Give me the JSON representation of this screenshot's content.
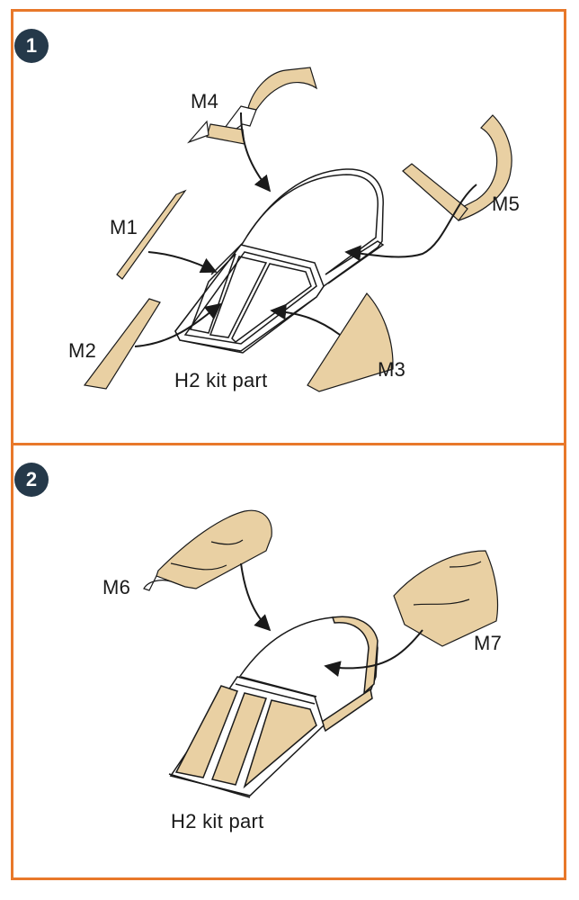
{
  "steps": [
    {
      "number": "1",
      "labels": {
        "m4": "M4",
        "m5": "M5",
        "m1": "M1",
        "m2": "M2",
        "m3": "M3",
        "kit": "H2 kit part"
      }
    },
    {
      "number": "2",
      "labels": {
        "m6": "M6",
        "m7": "M7",
        "kit": "H2 kit part"
      }
    }
  ],
  "colors": {
    "border": "#e8782a",
    "step_badge": "#25394a",
    "mask": "#e9d0a3",
    "outline": "#1a1a1a"
  }
}
